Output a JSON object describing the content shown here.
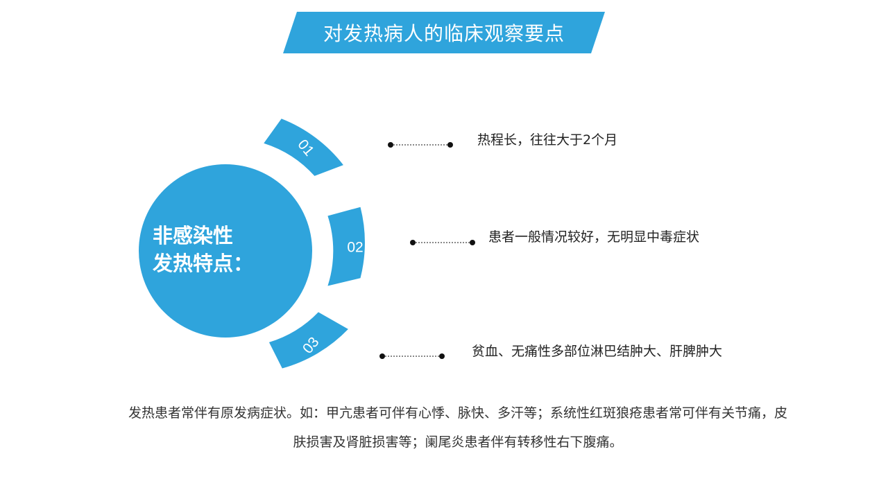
{
  "title": "对发热病人的临床观察要点",
  "center_label": {
    "line1": "非感染性",
    "line2": "发热特点："
  },
  "items": [
    {
      "number": "01",
      "text": "热程长，往往大于2个月"
    },
    {
      "number": "02",
      "text": "患者一般情况较好，无明显中毒症状"
    },
    {
      "number": "03",
      "text": "贫血、无痛性多部位淋巴结肿大、肝脾肿大"
    }
  ],
  "footer_note": "发热患者常伴有原发病症状。如：甲亢患者可伴有心悸、脉快、多汗等；系统性红斑狼疮患者常可伴有关节痛，皮肤损害及肾脏损害等；阑尾炎患者伴有转移性右下腹痛。",
  "colors": {
    "accent": "#2fa4dc",
    "connector": "#111111"
  }
}
